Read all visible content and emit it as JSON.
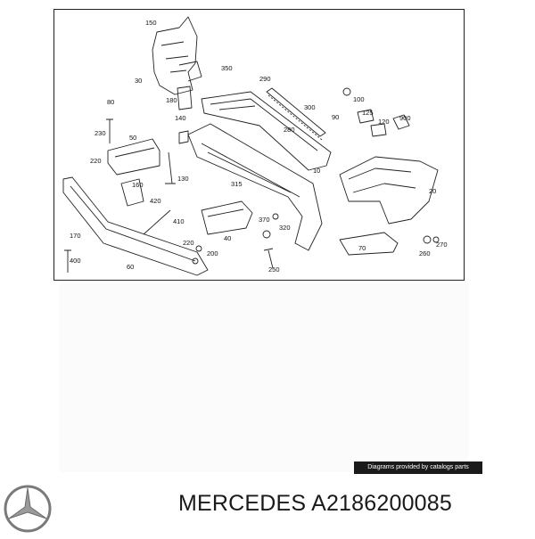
{
  "diagram": {
    "callouts": [
      "150",
      "30",
      "350",
      "290",
      "100",
      "80",
      "180",
      "300",
      "125",
      "90",
      "120",
      "900",
      "140",
      "280",
      "230",
      "50",
      "10",
      "220",
      "130",
      "160",
      "315",
      "20",
      "420",
      "410",
      "370",
      "320",
      "170",
      "40",
      "220",
      "200",
      "270",
      "260",
      "70",
      "400",
      "60",
      "250"
    ]
  },
  "credit": "Diagrams provided by catalogs parts",
  "caption": {
    "brand": "MERCEDES",
    "part_number": "A2186200085"
  },
  "icons": {
    "logo": "mercedes-star-logo"
  }
}
